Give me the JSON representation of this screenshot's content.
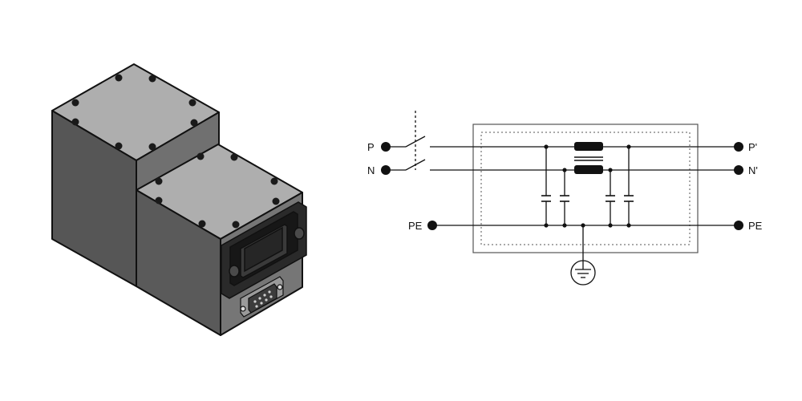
{
  "product": {
    "name": "enclosed-emi-filter-module"
  },
  "schematic": {
    "inputs": [
      {
        "id": "p",
        "label": "P"
      },
      {
        "id": "n",
        "label": "N"
      },
      {
        "id": "pe",
        "label": "PE"
      }
    ],
    "outputs": [
      {
        "id": "p-out",
        "label": "P'"
      },
      {
        "id": "n-out",
        "label": "N'"
      },
      {
        "id": "pe-out",
        "label": "PE"
      }
    ],
    "components": {
      "switch": "two-pole-switch",
      "choke": "common-mode-choke",
      "capacitors": 4,
      "ground": "protective-earth-symbol"
    },
    "colors": {
      "line": "#111111",
      "choke": "#111111",
      "enclosure": "#555555"
    }
  }
}
